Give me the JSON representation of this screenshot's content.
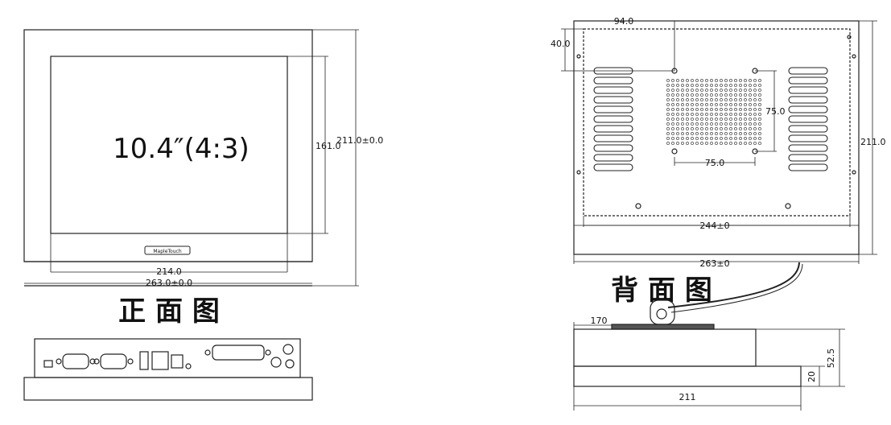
{
  "front": {
    "screen_label": "10.4″(4:3)",
    "brand_label": "MapleTouch",
    "dim_width_screen": "214.0",
    "dim_width_total": "263.0±0.0",
    "dim_height_screen": "161.0",
    "dim_height_total": "211.0±0.0",
    "view_title": "正 面 图"
  },
  "back": {
    "dim_top_offset": "94.0",
    "dim_left_offset": "40.0",
    "dim_vesa_vertical": "75.0",
    "dim_vesa_horizontal": "75.0",
    "dim_height": "211.0",
    "dim_inner_width": "244±0",
    "dim_outer_width": "263±0",
    "view_title": "背 面 图"
  },
  "side": {
    "dim_top": "170",
    "dim_depth_total": "52.5",
    "dim_depth_base": "20",
    "dim_width": "211"
  }
}
